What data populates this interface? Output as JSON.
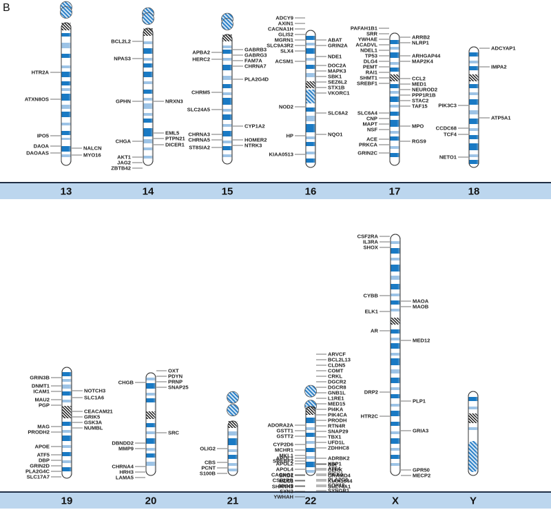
{
  "panel_label": "B",
  "colors": {
    "band_dark": "#1a7ac4",
    "band_light": "#9cc3e6",
    "band_bar": "#bcd6ee",
    "bar_line": "#1f2e44",
    "centromere": "#222222"
  },
  "rows": [
    {
      "chromosomes": [
        {
          "name": "13",
          "left_genes": [
            "HTR2A",
            "ATXN8OS",
            "IPO5",
            "DAOA",
            "DAOAAS"
          ],
          "right_genes": [
            "NALCN",
            "MYO16"
          ]
        },
        {
          "name": "14",
          "left_genes": [
            "BCL2L2",
            "NPAS3",
            "GPHN",
            "CHGA",
            "AKT1",
            "JAG2",
            "ZBTB42"
          ],
          "right_genes": [
            "NRXN3",
            "EML5",
            "PTPN21",
            "DICER1"
          ]
        },
        {
          "name": "15",
          "left_genes": [
            "APBA2",
            "HERC2",
            "CHRM5",
            "SLC24A5",
            "CHRNA3",
            "CHRNA5",
            "ST8SIA2"
          ],
          "right_genes": [
            "GABRB3",
            "GABRG3",
            "FAM7A",
            "CHRNA7",
            "PLA2G4D",
            "CYP1A2",
            "HOMER2",
            "NTRK3"
          ]
        },
        {
          "name": "16",
          "left_genes": [
            "ADCY9",
            "AXIN1",
            "CACNA1H",
            "GLIS2",
            "MGRN1",
            "SLC9A3R2",
            "SLX4",
            "ACSM1",
            "NOD2",
            "HP",
            "KIAA0513"
          ],
          "right_genes": [
            "ABAT",
            "GRIN2A",
            "NDE1",
            "DOC2A",
            "MAPK3",
            "SBK1",
            "SEZ6L2",
            "STX1B",
            "VKORC1",
            "SLC6A2",
            "NQO1"
          ]
        },
        {
          "name": "17",
          "left_genes": [
            "PAFAH1B1",
            "SRR",
            "YWHAE",
            "ACADVL",
            "NDEL1",
            "TP53",
            "DLG4",
            "PEMT",
            "RAI1",
            "SHMT1",
            "SREBF1",
            "SLC6A4",
            "CNP",
            "MAPT",
            "NSF",
            "ACE",
            "PRKCA",
            "GRIN2C"
          ],
          "right_genes": [
            "ARRB2",
            "NLRP1",
            "ARHGAP44",
            "MAP2K4",
            "CCL2",
            "MED1",
            "NEUROD2",
            "PPP1R1B",
            "STAC2",
            "TAF15",
            "MPO",
            "RGS9"
          ]
        },
        {
          "name": "18",
          "left_genes": [
            "PIK3C3",
            "CCDC68",
            "TCF4",
            "NETO1"
          ],
          "right_genes": [
            "ADCYAP1",
            "IMPA2",
            "ATP5A1"
          ]
        }
      ]
    },
    {
      "chromosomes": [
        {
          "name": "19",
          "left_genes": [
            "GRIN3B",
            "DNMT1",
            "ICAM1",
            "MAU2",
            "PGP",
            "MAG",
            "PRODH2",
            "APOE",
            "ATF5",
            "DBP",
            "GRIN2D",
            "PLA2G4C",
            "SLC17A7"
          ],
          "right_genes": [
            "NOTCH3",
            "SLC1A6",
            "CEACAM21",
            "GRIK5",
            "GSK3A",
            "NUMBL"
          ]
        },
        {
          "name": "20",
          "left_genes": [
            "CHGB",
            "DBNDD2",
            "MMP9",
            "CHRNA4",
            "HRH3",
            "LAMA5"
          ],
          "right_genes": [
            "OXT",
            "PDYN",
            "PRNP",
            "SNAP25",
            "SRC"
          ]
        },
        {
          "name": "21",
          "left_genes": [
            "OLIG2",
            "CBS",
            "PCNT",
            "S100B"
          ],
          "right_genes": []
        },
        {
          "name": "22",
          "left_genes": [
            "ADORA2A",
            "GSTT1",
            "GSTT2",
            "APOL1",
            "APOL2",
            "APOL4",
            "CACNG2",
            "CSF2RB",
            "MYH9",
            "SYN3",
            "YWHAH",
            "CYP2D6",
            "MCHR1",
            "MKL1",
            "SREBF2",
            "BRD1",
            "MLC1",
            "SHANK3"
          ],
          "right_genes": [
            "ARVCF",
            "BCL2L13",
            "CLDN5",
            "COMT",
            "CRKL",
            "DGCR2",
            "DGCR8",
            "GNB1L",
            "L1RE1",
            "MED15",
            "PI4KA",
            "PIK4CA",
            "PRODH",
            "RTN4R",
            "SNAP29",
            "TBX1",
            "UFD1L",
            "ZDHHC8",
            "ADRBK2",
            "XBP1",
            "ATF4",
            "PICK1",
            "PLA2G6",
            "SOX10",
            "SYNGR1",
            "BIK",
            "CERK",
            "GRAMD4",
            "KIAA1644",
            "SULT4A1"
          ]
        },
        {
          "name": "X",
          "left_genes": [
            "CSF2RA",
            "IL3RA",
            "SHOX",
            "CYBB",
            "ELK1",
            "AR",
            "DRP2",
            "HTR2C"
          ],
          "right_genes": [
            "MAOA",
            "MAOB",
            "MED12",
            "PLP1",
            "GRIA3",
            "GPR50",
            "MECP2"
          ]
        },
        {
          "name": "Y",
          "left_genes": [],
          "right_genes": []
        }
      ]
    }
  ]
}
